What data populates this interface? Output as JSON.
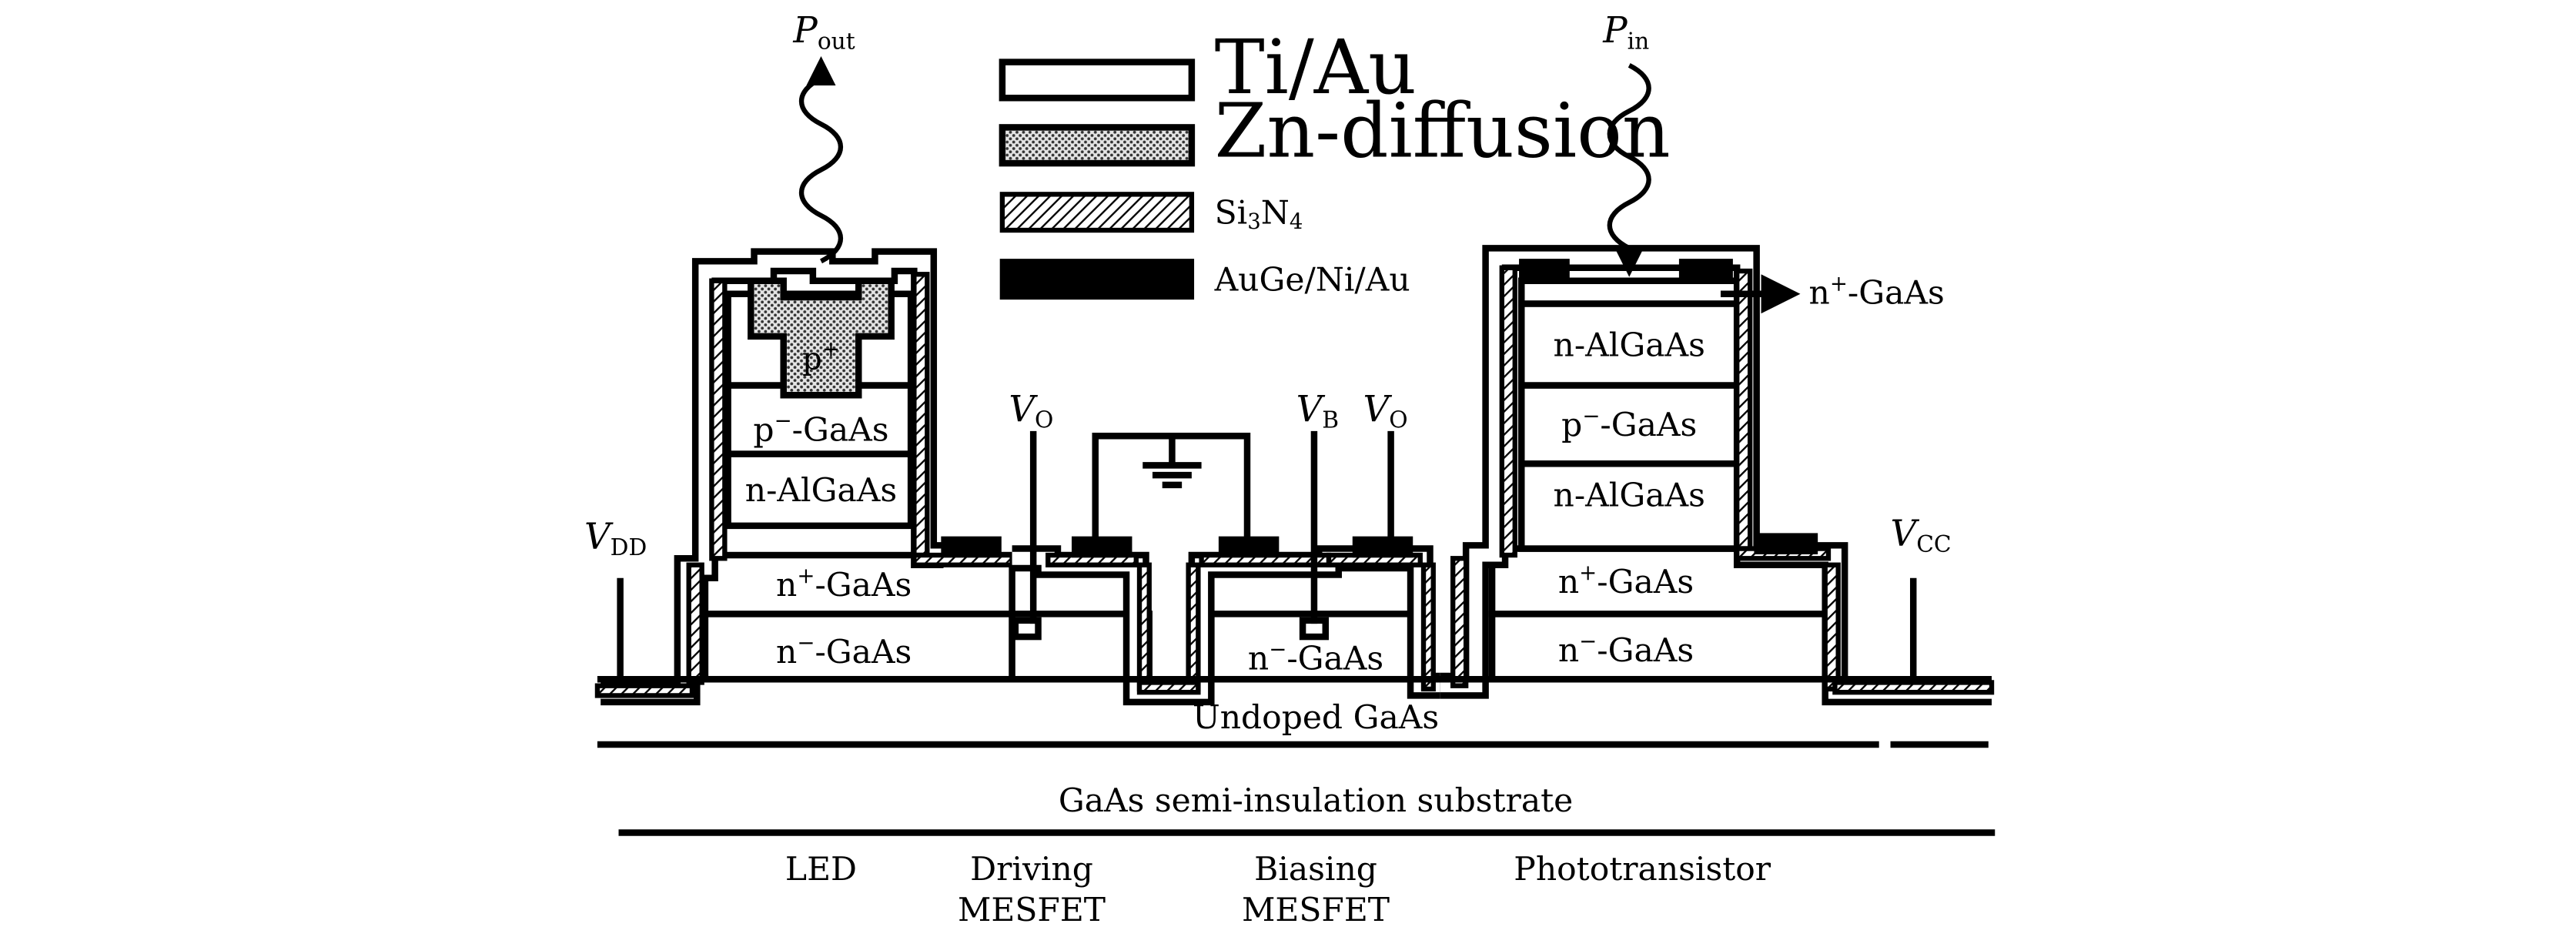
{
  "legend": {
    "tiau": "Ti/Au",
    "zn": "Zn-diffusion",
    "sin_main": "Si",
    "sin_sub3": "3",
    "sin_N": "N",
    "sin_sub4": "4",
    "auge": "AuGe/Ni/Au"
  },
  "signals": {
    "pout_P": "P",
    "pout_sub": "out",
    "pin_P": "P",
    "pin_sub": "in",
    "vdd_V": "V",
    "vdd_sub": "DD",
    "vcc_V": "V",
    "vcc_sub": "CC",
    "vo1_V": "V",
    "vo1_sub": "O",
    "vb_V": "V",
    "vb_sub": "B",
    "vo2_V": "V",
    "vo2_sub": "O"
  },
  "led_layers": {
    "p_plus": "p",
    "p_plus_sup": "+",
    "p_minus_pre": "p",
    "p_minus_sup": "−",
    "p_minus_post": "-GaAs",
    "n_algaas": "n-AlGaAs",
    "nplus_pre": "n",
    "nplus_sup": "+",
    "nplus_post": "-GaAs",
    "nminus_pre": "n",
    "nminus_sup": "−",
    "nminus_post": "-GaAs"
  },
  "pt_layers": {
    "n_algaas_top": "n-AlGaAs",
    "p_minus_pre": "p",
    "p_minus_sup": "−",
    "p_minus_post": "-GaAs",
    "n_algaas_bot": "n-AlGaAs",
    "nplus_pre": "n",
    "nplus_sup": "+",
    "nplus_post": "-GaAs",
    "nminus_pre": "n",
    "nminus_sup": "−",
    "nminus_post": "-GaAs",
    "contact_pre": "n",
    "contact_sup": "+",
    "contact_post": "-GaAs"
  },
  "mesfet_layer": {
    "pre": "n",
    "sup": "−",
    "post": "-GaAs"
  },
  "substrate": {
    "undoped": "Undoped GaAs",
    "si": "GaAs semi-insulation substrate"
  },
  "sections": {
    "led": "LED",
    "driving_1": "Driving",
    "driving_2": "MESFET",
    "biasing_1": "Biasing",
    "biasing_2": "MESFET",
    "phototransistor": "Phototransistor"
  }
}
